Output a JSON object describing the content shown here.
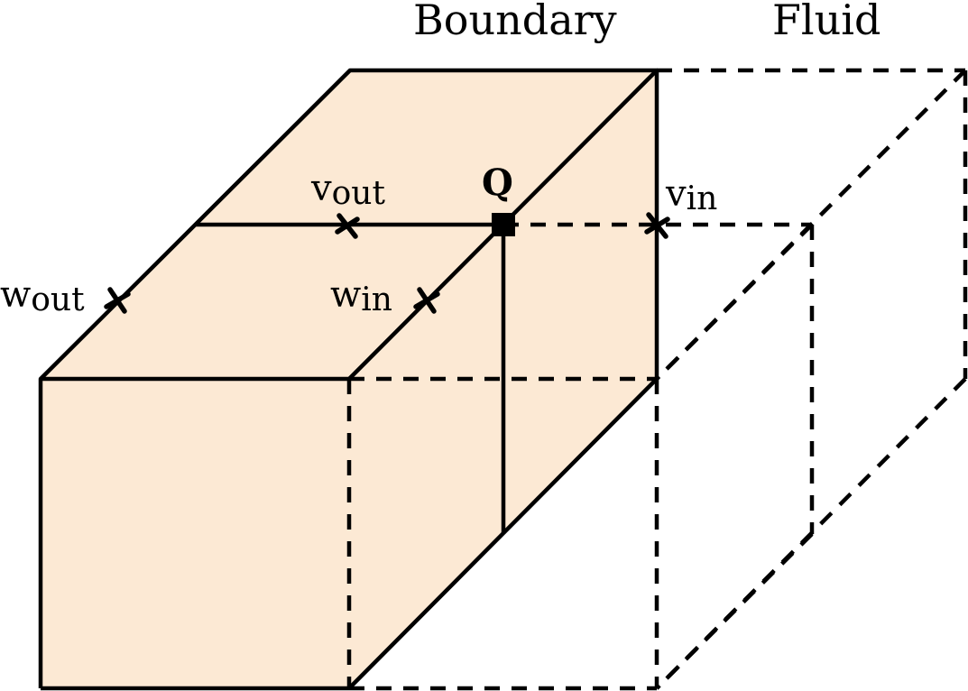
{
  "labels": {
    "boundary": "Boundary",
    "fluid": "Fluid",
    "q_point": "Q",
    "v_out": {
      "base": "v",
      "sub": "out"
    },
    "v_in": {
      "base": "v",
      "sub": "in"
    },
    "w_out": {
      "base": "w",
      "sub": "out"
    },
    "w_in": {
      "base": "w",
      "sub": "in"
    }
  },
  "colors": {
    "boundary_fill": "#fce9d4",
    "line": "#000000",
    "background": "#ffffff"
  }
}
